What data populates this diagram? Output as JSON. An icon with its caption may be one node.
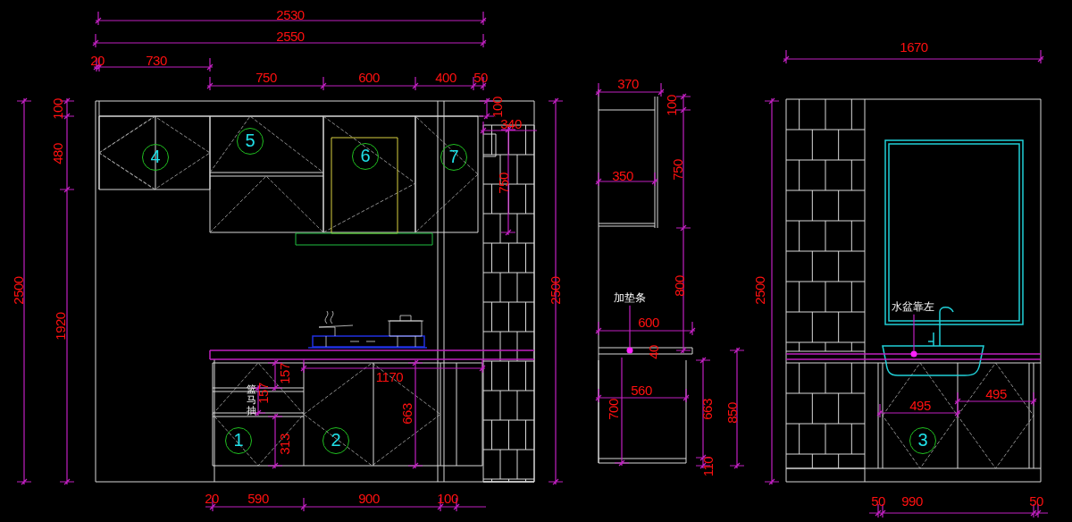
{
  "diagram": {
    "nodes": [
      {
        "text": [
          "4"
        ]
      },
      {
        "text": [
          "5"
        ]
      },
      {
        "text": [
          "6"
        ]
      },
      {
        "text": [
          "7"
        ]
      },
      {
        "text": [
          "加垫条"
        ]
      },
      {
        "text": [],
        "shape": "circle"
      },
      {
        "text": [
          "水盆靠左"
        ]
      },
      {
        "text": [],
        "shape": "circle"
      },
      {
        "text": [
          "1"
        ]
      },
      {
        "text": [
          "2"
        ]
      },
      {
        "text": [
          "3"
        ]
      }
    ],
    "edges": [
      {
        "from": 4,
        "to": 5,
        "arrow": "none"
      },
      {
        "from": 6,
        "to": 7,
        "arrow": "none"
      }
    ],
    "labels": [
      "2530",
      "2550",
      "20",
      "730",
      "1670",
      "750",
      "600",
      "400",
      "50",
      "370",
      "100",
      "100",
      "100",
      "340",
      "480",
      "750",
      "350",
      "750",
      "2500",
      "2500",
      "2500",
      "1920",
      "800",
      "600",
      "40",
      "1170",
      "157",
      "157",
      "篮马抽",
      "560",
      "495",
      "495",
      "663",
      "700",
      "663",
      "850",
      "313",
      "110",
      "20",
      "590",
      "900",
      "100",
      "50",
      "990",
      "50"
    ]
  }
}
